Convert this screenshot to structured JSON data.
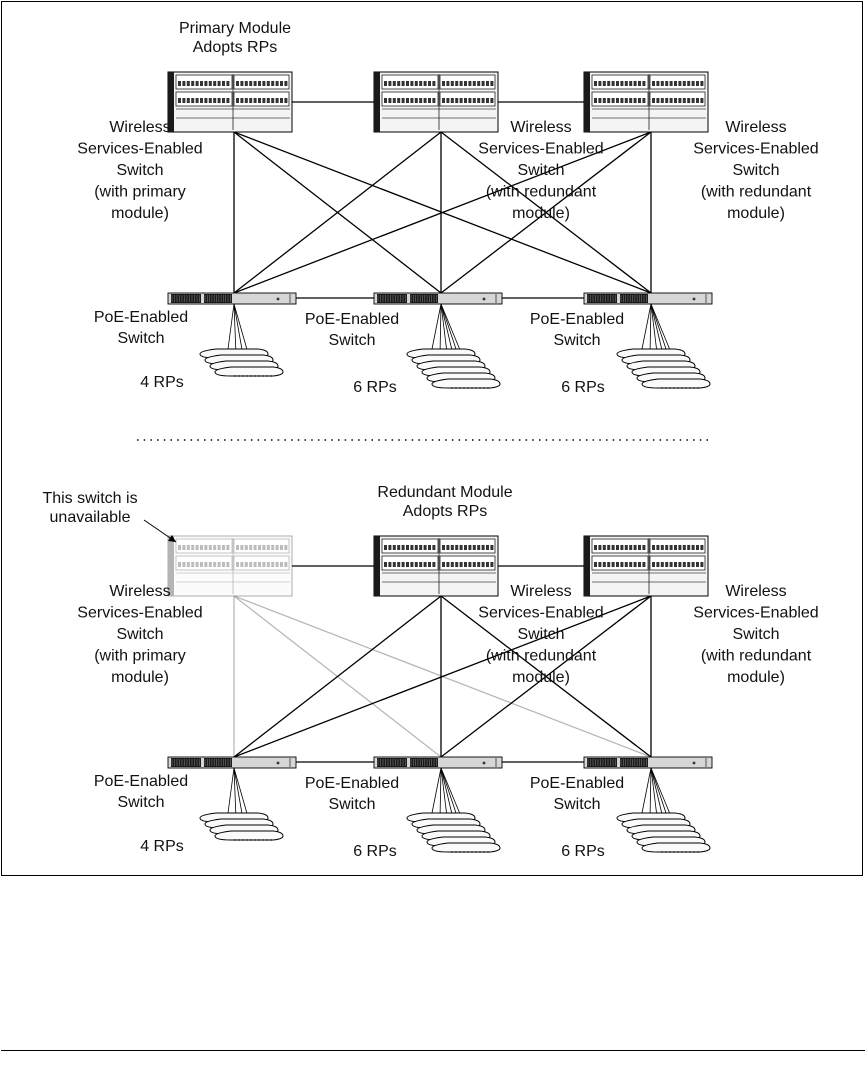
{
  "panels": [
    {
      "id": "normal",
      "adopt_label": [
        "Primary Module",
        "Adopts RPs"
      ],
      "unavailable_label": [],
      "unavailable_index": -1,
      "wireless_switches": [
        {
          "label": [
            "Wireless",
            "Services-Enabled",
            "Switch",
            "(with primary",
            "module)"
          ]
        },
        {
          "label": [
            "Wireless",
            "Services-Enabled",
            "Switch",
            "(with redundant",
            "module)"
          ]
        },
        {
          "label": [
            "Wireless",
            "Services-Enabled",
            "Switch",
            "(with redundant",
            "module)"
          ]
        }
      ],
      "poe_switches": [
        {
          "label": [
            "PoE-Enabled",
            "Switch"
          ],
          "rp_label": "4 RPs",
          "rp_count": 4
        },
        {
          "label": [
            "PoE-Enabled",
            "Switch"
          ],
          "rp_label": "6 RPs",
          "rp_count": 6
        },
        {
          "label": [
            "PoE-Enabled",
            "Switch"
          ],
          "rp_label": "6 RPs",
          "rp_count": 6
        }
      ]
    },
    {
      "id": "failover",
      "adopt_label": [
        "Redundant Module",
        "Adopts RPs"
      ],
      "unavailable_label": [
        "This switch is",
        "unavailable"
      ],
      "unavailable_index": 0,
      "wireless_switches": [
        {
          "label": [
            "Wireless",
            "Services-Enabled",
            "Switch",
            "(with primary",
            "module)"
          ]
        },
        {
          "label": [
            "Wireless",
            "Services-Enabled",
            "Switch",
            "(with redundant",
            "module)"
          ]
        },
        {
          "label": [
            "Wireless",
            "Services-Enabled",
            "Switch",
            "(with redundant",
            "module)"
          ]
        }
      ],
      "poe_switches": [
        {
          "label": [
            "PoE-Enabled",
            "Switch"
          ],
          "rp_label": "4 RPs",
          "rp_count": 4
        },
        {
          "label": [
            "PoE-Enabled",
            "Switch"
          ],
          "rp_label": "6 RPs",
          "rp_count": 6
        },
        {
          "label": [
            "PoE-Enabled",
            "Switch"
          ],
          "rp_label": "6 RPs",
          "rp_count": 6
        }
      ]
    }
  ],
  "colors": {
    "line": "#000000",
    "faded": "#b8b8b8",
    "device_dark": "#1a1a1a",
    "device_light": "#d6d6d6"
  }
}
